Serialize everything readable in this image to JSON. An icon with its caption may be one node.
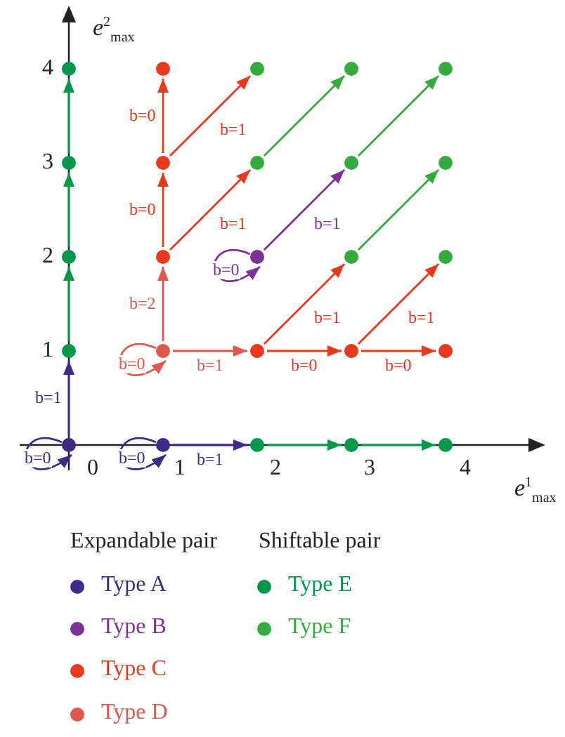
{
  "diagram": {
    "nodes": [
      {
        "text": [],
        "shape": "circle"
      },
      {
        "text": [],
        "shape": "circle"
      },
      {
        "text": [],
        "shape": "circle"
      },
      {
        "text": [],
        "shape": "circle"
      },
      {
        "text": [],
        "shape": "circle"
      },
      {
        "text": [],
        "shape": "circle"
      },
      {
        "text": [],
        "shape": "circle"
      },
      {
        "text": [],
        "shape": "circle"
      },
      {
        "text": [],
        "shape": "circle"
      },
      {
        "text": [],
        "shape": "circle"
      },
      {
        "text": [],
        "shape": "circle"
      },
      {
        "text": [],
        "shape": "circle"
      },
      {
        "text": [],
        "shape": "circle"
      },
      {
        "text": [],
        "shape": "circle"
      },
      {
        "text": [],
        "shape": "circle"
      },
      {
        "text": [],
        "shape": "circle"
      },
      {
        "text": [],
        "shape": "circle"
      },
      {
        "text": [],
        "shape": "circle"
      },
      {
        "text": [],
        "shape": "circle"
      },
      {
        "text": [],
        "shape": "circle"
      },
      {
        "text": [],
        "shape": "circle"
      },
      {
        "text": [],
        "shape": "circle"
      },
      {
        "text": [],
        "shape": "circle"
      },
      {
        "text": [],
        "shape": "circle"
      },
      {
        "text": [],
        "shape": "circle"
      }
    ],
    "edges": [
      {
        "from": 20,
        "to": 15,
        "arrow": "to",
        "label": "b=1",
        "color": "#3f2a87"
      },
      {
        "from": 15,
        "to": 10,
        "arrow": "to",
        "color": "#00984a"
      },
      {
        "from": 10,
        "to": 5,
        "arrow": "to",
        "color": "#00984a"
      },
      {
        "from": 5,
        "to": 0,
        "arrow": "to",
        "color": "#00984a"
      },
      {
        "from": 20,
        "to": 20,
        "arrow": "to",
        "label": "b=0",
        "color": "#3f2a87"
      },
      {
        "from": 21,
        "to": 21,
        "arrow": "to",
        "label": "b=0",
        "color": "#3f2a87"
      },
      {
        "from": 21,
        "to": 22,
        "arrow": "to",
        "label": "b=1",
        "color": "#3f2a87"
      },
      {
        "from": 22,
        "to": 23,
        "arrow": "to",
        "color": "#00984a"
      },
      {
        "from": 23,
        "to": 24,
        "arrow": "to",
        "color": "#00984a"
      },
      {
        "from": 16,
        "to": 16,
        "arrow": "to",
        "label": "b=0",
        "color": "#e0574e"
      },
      {
        "from": 16,
        "to": 11,
        "arrow": "to",
        "label": "b=2",
        "color": "#e0574e"
      },
      {
        "from": 16,
        "to": 17,
        "arrow": "to",
        "label": "b=1",
        "color": "#e0574e"
      },
      {
        "from": 11,
        "to": 6,
        "arrow": "to",
        "label": "b=0"
      },
      {
        "from": 6,
        "to": 1,
        "arrow": "to",
        "label": "b=0"
      },
      {
        "from": 11,
        "to": 7,
        "arrow": "to",
        "label": "b=1"
      },
      {
        "from": 6,
        "to": 2,
        "arrow": "to",
        "label": "b=1"
      },
      {
        "from": 12,
        "to": 12,
        "arrow": "to",
        "label": "b=0",
        "color": "#7b3294"
      },
      {
        "from": 12,
        "to": 8,
        "arrow": "to",
        "label": "b=1",
        "color": "#7b3294"
      },
      {
        "from": 7,
        "to": 3,
        "arrow": "to",
        "color": "#35ab3e"
      },
      {
        "from": 8,
        "to": 4,
        "arrow": "to",
        "color": "#35ab3e"
      },
      {
        "from": 13,
        "to": 9,
        "arrow": "to",
        "color": "#35ab3e"
      },
      {
        "from": 17,
        "to": 18,
        "arrow": "to",
        "label": "b=0"
      },
      {
        "from": 18,
        "to": 19,
        "arrow": "to",
        "label": "b=0"
      },
      {
        "from": 17,
        "to": 13,
        "arrow": "to",
        "label": "b=1"
      },
      {
        "from": 18,
        "to": 14,
        "arrow": "to",
        "label": "b=1"
      }
    ],
    "labels": [
      "*e*$^{2}$$_{max}$",
      "4",
      "3",
      "2",
      "1",
      "0",
      "1",
      "2",
      "3",
      "4",
      "*e*$^{1}$$_{max}$",
      "Expandable pair",
      "Shiftable pair"
    ],
    "legend": [
      {
        "text": "Type A",
        "color": "#3f2a87"
      },
      {
        "text": "Type B",
        "color": "#7b3294"
      },
      {
        "text": "Type C",
        "color": "#e8391f"
      },
      {
        "text": "Type D",
        "color": "#e0574e"
      },
      {
        "text": "Type E",
        "color": "#00984a"
      },
      {
        "text": "Type F",
        "color": "#35ab3e"
      }
    ]
  }
}
